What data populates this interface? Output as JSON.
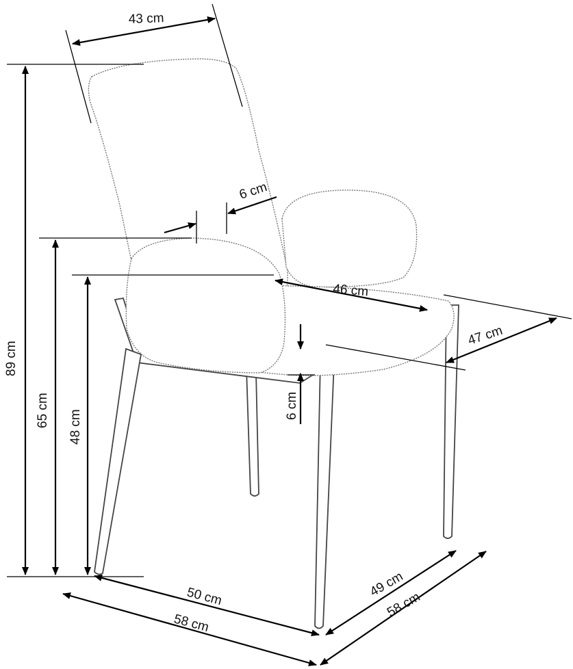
{
  "diagram": {
    "subject": "chair",
    "dimensions": {
      "back_width": "43 cm",
      "back_thickness": "6 cm",
      "seat_width": "46 cm",
      "seat_depth": "47 cm",
      "seat_thickness": "6 cm",
      "total_height": "89 cm",
      "armrest_height": "65 cm",
      "seat_height": "48 cm",
      "legs_width": "50 cm",
      "total_width": "58 cm",
      "legs_depth": "49 cm",
      "total_depth": "58 cm"
    }
  }
}
